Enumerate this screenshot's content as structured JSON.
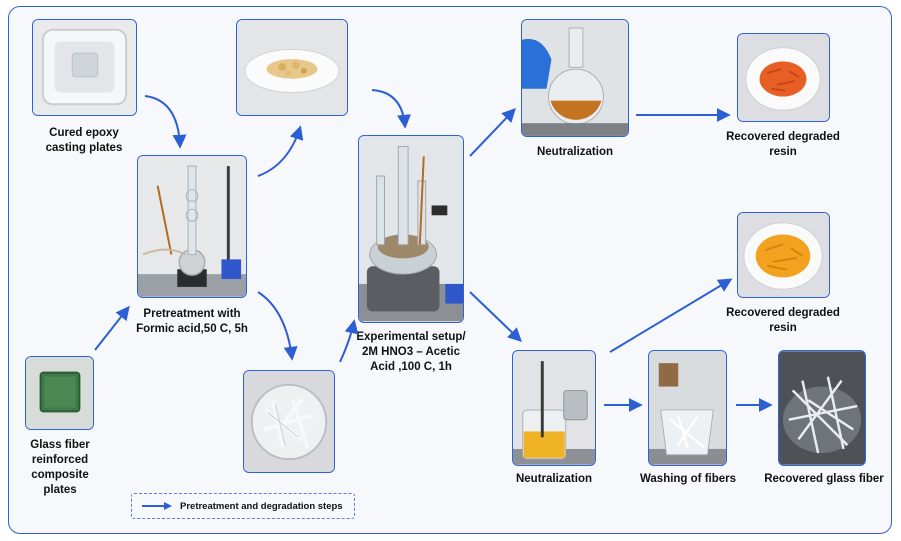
{
  "nodes": {
    "epoxy": {
      "label": "Cured epoxy casting plates"
    },
    "glass_composite": {
      "label": "Glass fiber reinforced composite plates"
    },
    "pretreatment": {
      "label": "Pretreatment with Formic acid,50 C, 5h"
    },
    "experimental": {
      "label": "Experimental setup/ 2M HNO3 – Acetic Acid ,100 C, 1h"
    },
    "neutralization_top": {
      "label": "Neutralization"
    },
    "resin_top": {
      "label": "Recovered degraded resin"
    },
    "resin_mid": {
      "label": "Recovered degraded resin"
    },
    "neutralization_bottom": {
      "label": "Neutralization"
    },
    "washing": {
      "label": "Washing of fibers"
    },
    "glass_fiber": {
      "label": "Recovered glass fiber"
    }
  },
  "legend": {
    "label": "Pretreatment and degradation steps"
  },
  "colors": {
    "accent": "#2e63d8",
    "arrow": "#2d5fd4"
  },
  "edges": [
    {
      "from": "epoxy",
      "to": "pretreatment"
    },
    {
      "from": "glass_composite",
      "to": "pretreatment"
    },
    {
      "from": "pretreatment",
      "to": "resin_flakes_photo"
    },
    {
      "from": "pretreatment",
      "to": "fibers_photo"
    },
    {
      "from": "resin_flakes_photo",
      "to": "experimental"
    },
    {
      "from": "fibers_photo",
      "to": "experimental"
    },
    {
      "from": "experimental",
      "to": "neutralization_top"
    },
    {
      "from": "experimental",
      "to": "neutralization_bottom"
    },
    {
      "from": "neutralization_top",
      "to": "resin_top"
    },
    {
      "from": "neutralization_bottom",
      "to": "resin_mid"
    },
    {
      "from": "neutralization_bottom",
      "to": "washing"
    },
    {
      "from": "washing",
      "to": "glass_fiber"
    }
  ]
}
